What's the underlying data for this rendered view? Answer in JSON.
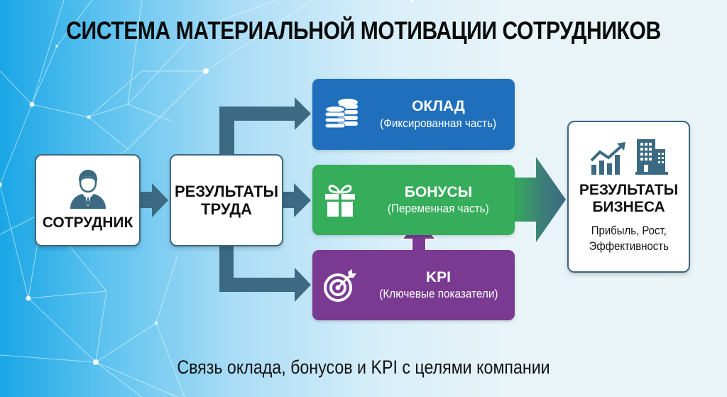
{
  "title": "СИСТЕМА МАТЕРИАЛЬНОЙ МОТИВАЦИИ СОТРУДНИКОВ",
  "subtitle": "Связь оклада, бонусов и KPI с целями компании",
  "nodes": {
    "employee": {
      "label": "СОТРУДНИК",
      "icon": "person-icon"
    },
    "work_results": {
      "label_line1": "РЕЗУЛЬТАТЫ",
      "label_line2": "ТРУДА"
    },
    "salary": {
      "title": "ОКЛАД",
      "subtitle": "(Фиксированная часть)",
      "icon": "coins-icon",
      "color": "#1f6fbd"
    },
    "bonuses": {
      "title": "БОНУСЫ",
      "subtitle": "(Переменная часть)",
      "icon": "gift-icon",
      "color": "#35ad5b"
    },
    "kpi": {
      "title": "KPI",
      "subtitle": "(Ключевые показатели)",
      "icon": "target-icon",
      "color": "#7a3a92"
    },
    "business_results": {
      "label_line1": "РЕЗУЛЬТАТЫ",
      "label_line2": "БИЗНЕСА",
      "detail_line1": "Прибыль, Рост,",
      "detail_line2": "Эффективность",
      "icons": [
        "growth-chart-icon",
        "building-icon"
      ]
    }
  },
  "connections": [
    {
      "from": "employee",
      "to": "work_results"
    },
    {
      "from": "work_results",
      "to": "salary"
    },
    {
      "from": "work_results",
      "to": "bonuses"
    },
    {
      "from": "work_results",
      "to": "kpi"
    },
    {
      "from": "kpi",
      "to": "bonuses"
    },
    {
      "from": "bonuses",
      "to": "business_results"
    }
  ],
  "colors": {
    "arrow": "#3b6a82",
    "card_border": "#3d6680",
    "icon_dark": "#3b6a82"
  }
}
